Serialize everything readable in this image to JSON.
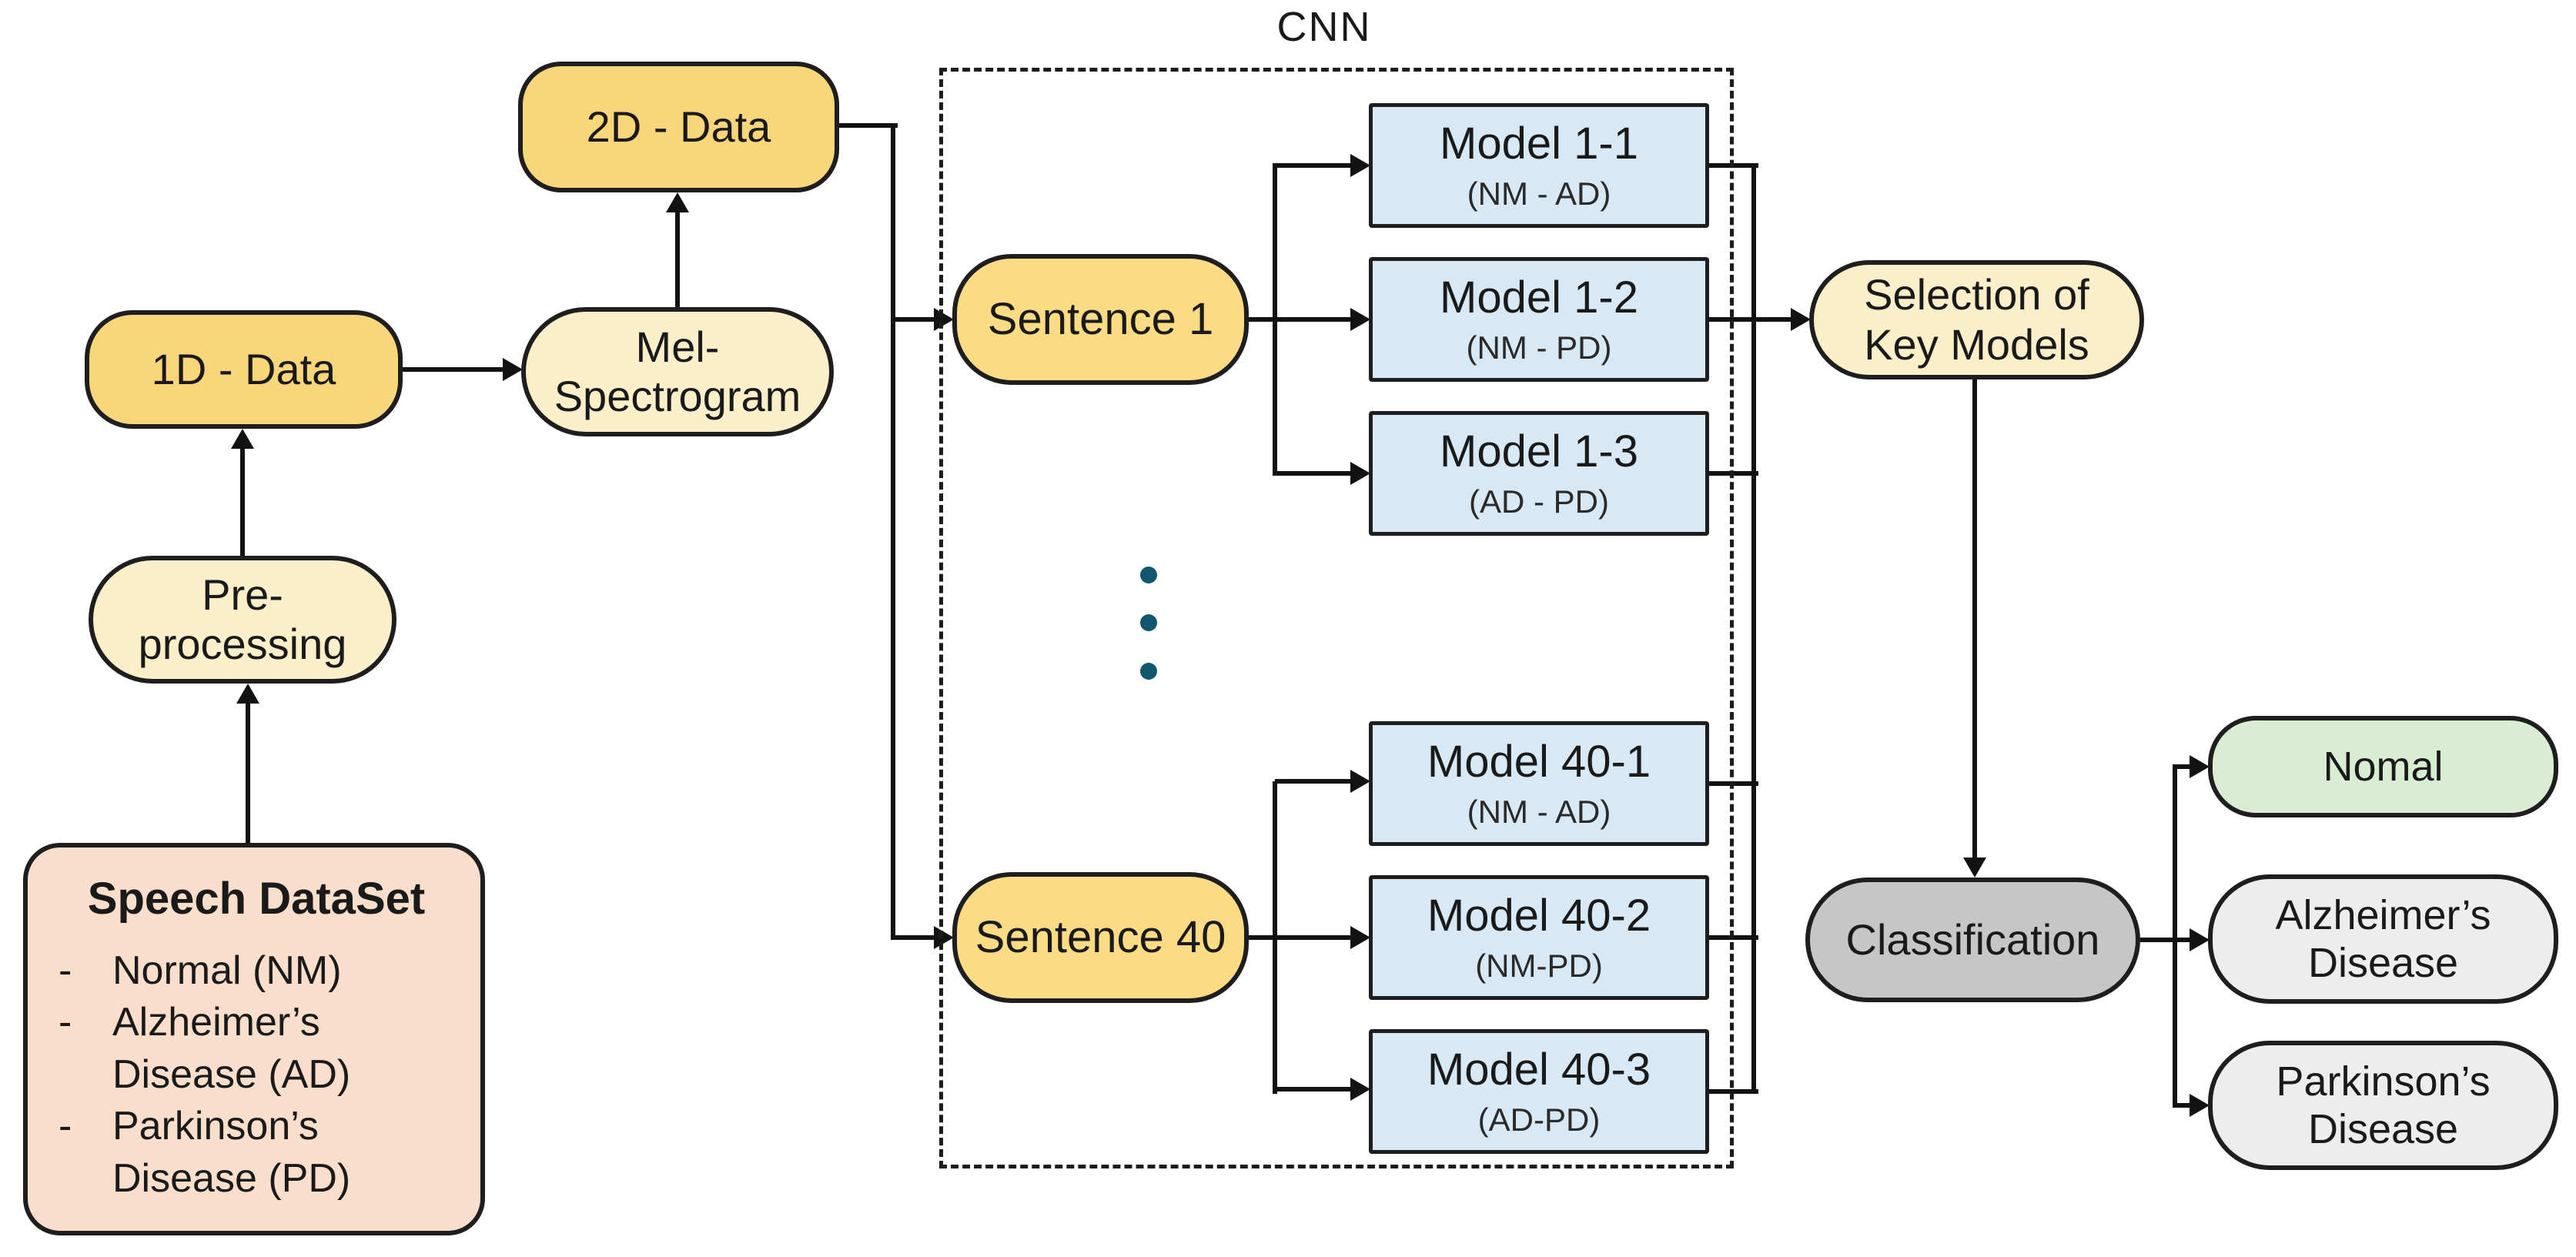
{
  "colors": {
    "background": "#FFFFFF",
    "node_yellow": "#FAD67B",
    "sentence_yellow": "#FBDC85",
    "cream": "#FBEFC9",
    "peach": "#F9DFCB",
    "model_blue": "#D8E8F5",
    "normal_green": "#D9EDD3",
    "disease_gray": "#EDEDED",
    "classification_gray": "#C6C6C6",
    "border_dark": "#1E1E1E",
    "line_black": "#121212",
    "dots_teal": "#10566F",
    "text": "#1A1A1A"
  },
  "diagram": {
    "cnn_group_label": "CNN",
    "speech_dataset": {
      "title": "Speech DataSet",
      "bullet": "-",
      "items": [
        "Normal (NM)",
        "Alzheimer’s Disease (AD)",
        "Parkinson’s Disease (PD)"
      ]
    },
    "pre_processing": {
      "line1": "Pre-",
      "line2": "processing"
    },
    "one_d_data": {
      "label": "1D - Data"
    },
    "mel_spectrogram": {
      "line1": "Mel-",
      "line2": "Spectrogram"
    },
    "two_d_data": {
      "label": "2D - Data"
    },
    "sentence_1": {
      "label": "Sentence 1"
    },
    "sentence_40": {
      "label": "Sentence 40"
    },
    "models": [
      {
        "title": "Model 1-1",
        "subtitle": "(NM - AD)"
      },
      {
        "title": "Model 1-2",
        "subtitle": "(NM - PD)"
      },
      {
        "title": "Model 1-3",
        "subtitle": "(AD - PD)"
      },
      {
        "title": "Model 40-1",
        "subtitle": "(NM - AD)"
      },
      {
        "title": "Model 40-2",
        "subtitle": "(NM-PD)"
      },
      {
        "title": "Model 40-3",
        "subtitle": "(AD-PD)"
      }
    ],
    "selection_of_key_models": {
      "line1": "Selection of",
      "line2": "Key Models"
    },
    "classification": {
      "label": "Classification"
    },
    "outputs": [
      {
        "label": "Nomal"
      },
      {
        "line1": "Alzheimer’s",
        "line2": "Disease"
      },
      {
        "line1": "Parkinson’s",
        "line2": "Disease"
      }
    ]
  }
}
